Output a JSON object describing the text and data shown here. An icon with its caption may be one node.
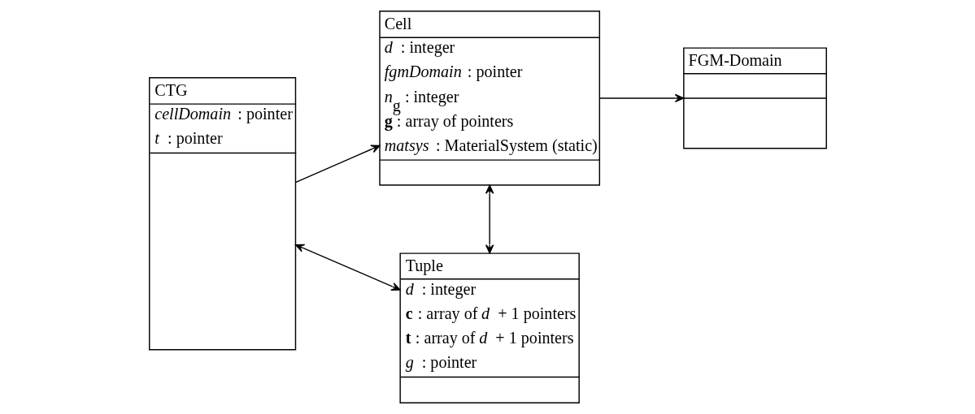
{
  "diagram": {
    "nodes": [
      {
        "text": [
          "CTG",
          "*cellDomain* : pointer",
          "*t* : pointer"
        ]
      },
      {
        "text": [
          "Cell",
          "*d* : integer",
          "*fgmDomain* : pointer",
          "*n*$_{g}$ : integer",
          "**g** : array of pointers",
          "*matsys* : MaterialSystem (static)"
        ]
      },
      {
        "text": [
          "FGM-Domain"
        ]
      },
      {
        "text": [
          "Tuple",
          "*d* : integer",
          "**c** : array of *d* + 1 pointers",
          "**t** : array of *d* + 1 pointers",
          "*g* : pointer"
        ]
      }
    ],
    "edges": [
      {
        "from": 0,
        "to": 1,
        "arrow": "to"
      },
      {
        "from": 1,
        "to": 2,
        "arrow": "to"
      },
      {
        "from": 1,
        "to": 3,
        "arrow": "both"
      },
      {
        "from": 0,
        "to": 3,
        "arrow": "both"
      }
    ]
  }
}
